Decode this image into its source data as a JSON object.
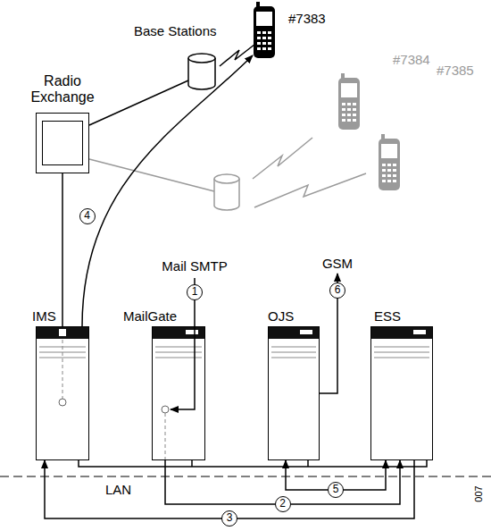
{
  "diagram": {
    "nodes": [
      {
        "text": [
          "#7383"
        ]
      },
      {
        "text": [
          "Base Stations"
        ]
      },
      {
        "text": [
          "#7384"
        ]
      },
      {
        "text": [
          "Radio Exchange"
        ]
      },
      {
        "text": [
          "#7385"
        ]
      },
      {
        "text": [
          "IMS"
        ]
      },
      {
        "text": [
          "MailGate"
        ]
      },
      {
        "text": [
          "OJS"
        ]
      },
      {
        "text": [
          "ESS"
        ]
      }
    ],
    "edges": [
      {
        "from": 3,
        "to": 1,
        "arrow": "none"
      },
      {
        "from": 3,
        "to": 5,
        "arrow": "none"
      },
      {
        "from": 5,
        "to": 0,
        "label": "4",
        "arrow": "to"
      },
      {
        "from": 6,
        "to": 8,
        "label": "2",
        "arrow": "to"
      },
      {
        "from": 8,
        "to": 5,
        "label": "3",
        "arrow": "to"
      },
      {
        "from": 8,
        "to": 7,
        "label": "5",
        "arrow": "both"
      }
    ],
    "labels": [
      "Mail SMTP",
      "1",
      "GSM",
      "6",
      "LAN",
      "007"
    ]
  }
}
